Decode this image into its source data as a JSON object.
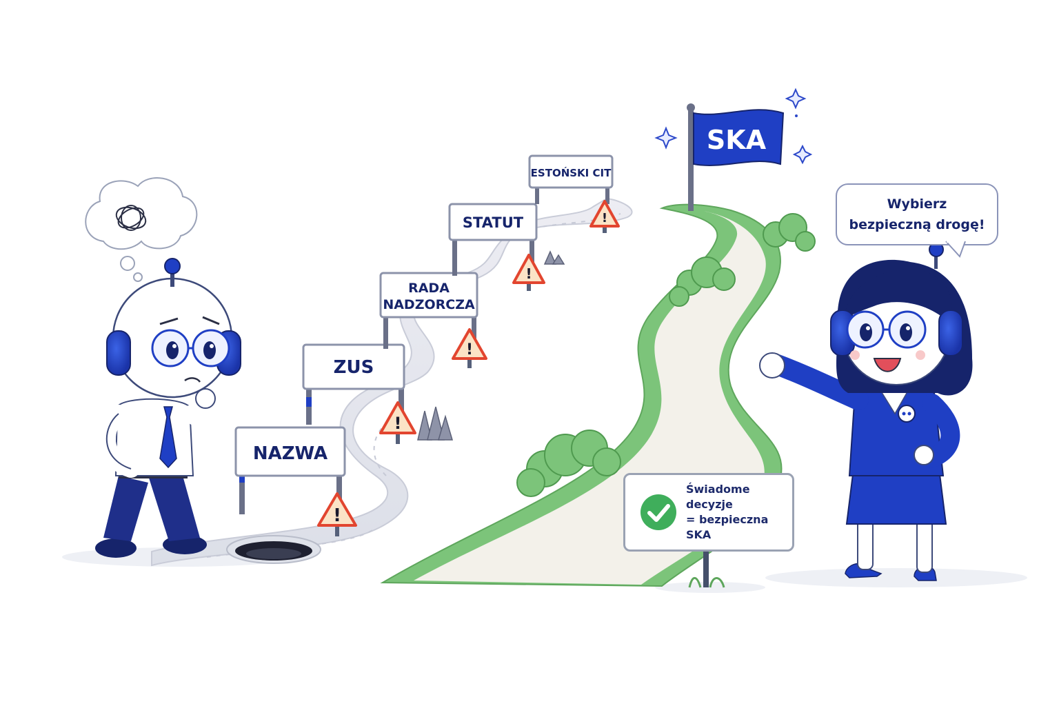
{
  "signs": {
    "nazwa": "NAZWA",
    "zus": "ZUS",
    "rada_line1": "RADA",
    "rada_line2": "NADZORCZA",
    "statut": "STATUT",
    "estonski": "ESTOŃSKI CIT"
  },
  "flag": {
    "label": "SKA"
  },
  "speech": {
    "line1": "Wybierz",
    "line2": "bezpieczną drogę!"
  },
  "info_board": {
    "line1": "Świadome decyzje",
    "line2": "= bezpieczna SKA"
  },
  "colors": {
    "brand_blue": "#1f3fc4",
    "navy": "#16246b",
    "path_green": "#7cc47a",
    "warning_red": "#e2452f",
    "warning_orange": "#f39a37",
    "check_green": "#3fae5b"
  },
  "icons": [
    "thought-scribble-icon",
    "warning-icon",
    "check-icon",
    "sparkle-icon",
    "robot-badge-icon"
  ]
}
